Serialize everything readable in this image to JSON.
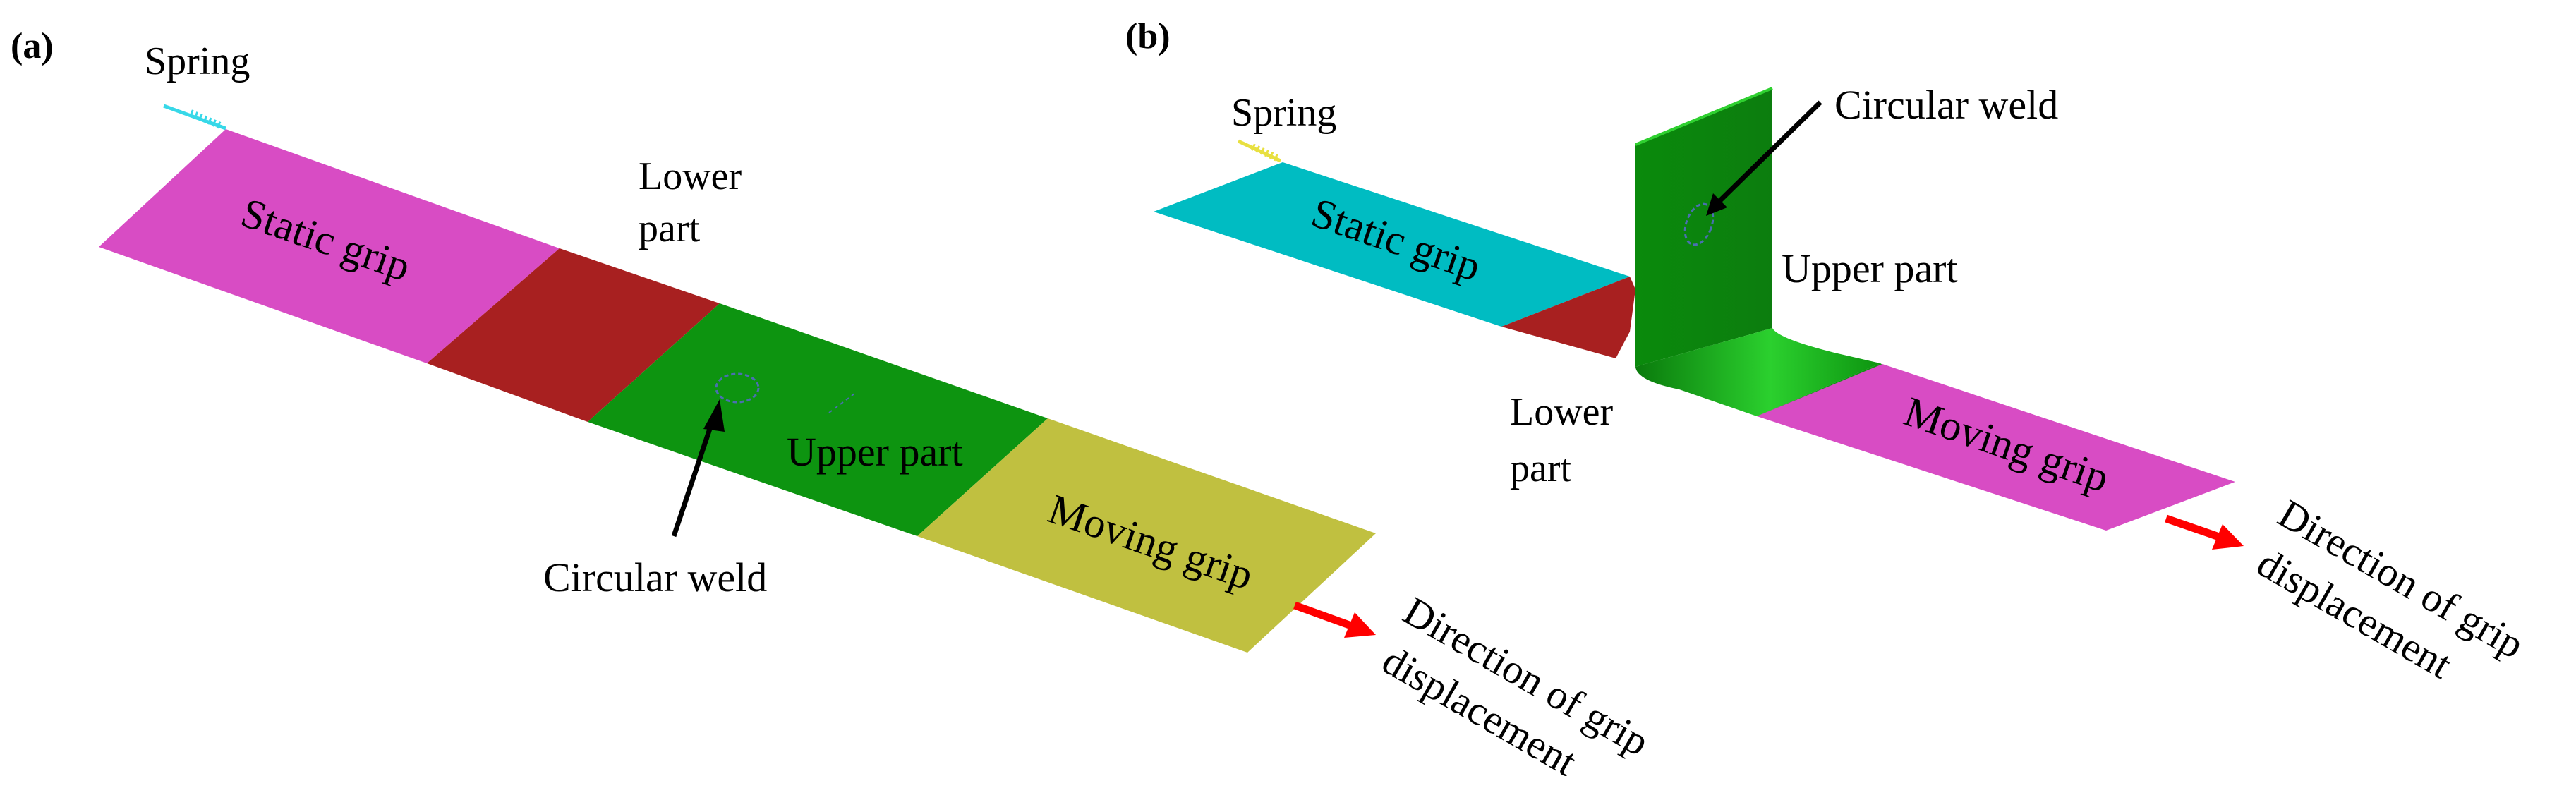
{
  "panels": [
    {
      "id": "a",
      "panel_label": "(a)",
      "labels": {
        "spring": "Spring",
        "static_grip": "Static grip",
        "lower_part_line1": "Lower",
        "lower_part_line2": "part",
        "upper_part": "Upper part",
        "moving_grip": "Moving grip",
        "circular_weld": "Circular weld",
        "direction_line1": "Direction of grip",
        "direction_line2": "displacement"
      }
    },
    {
      "id": "b",
      "panel_label": "(b)",
      "labels": {
        "spring": "Spring",
        "static_grip": "Static grip",
        "lower_part_line1": "Lower",
        "lower_part_line2": "part",
        "upper_part": "Upper part",
        "moving_grip": "Moving grip",
        "circular_weld": "Circular weld",
        "direction_line1": "Direction of grip",
        "direction_line2": "displacement"
      }
    }
  ],
  "colors": {
    "static_grip_a": "#d84cc4",
    "lower_part": "#a82020",
    "upper_part": "#0d9410",
    "moving_grip_a": "#c0c040",
    "static_grip_b": "#00bcc2",
    "moving_grip_b": "#d84cc4",
    "arrow": "#ff0000",
    "weld": "#4a6fb0",
    "spring_a": "#37d8e8",
    "spring_b": "#e8e040"
  }
}
